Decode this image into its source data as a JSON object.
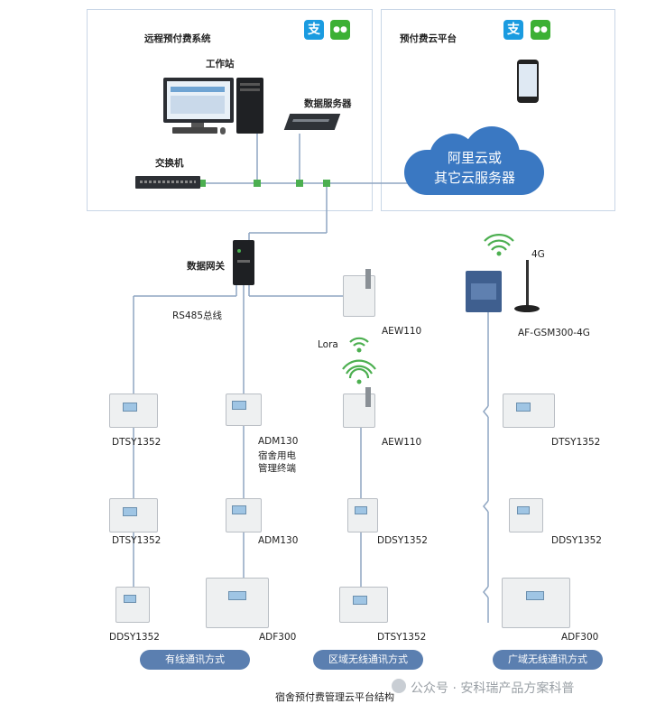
{
  "left_panel": {
    "title": "远程预付费系统",
    "workstation": "工作站",
    "data_server": "数据服务器",
    "switch": "交换机"
  },
  "right_panel": {
    "title": "预付费云平台",
    "cloud_line1": "阿里云或",
    "cloud_line2": "其它云服务器"
  },
  "payment_icons": {
    "alipay": "支",
    "wechat": "●●"
  },
  "gateway": {
    "label": "数据网关",
    "bus_label": "RS485总线"
  },
  "wired_column": {
    "col1": [
      "DTSY1352",
      "DTSY1352",
      "DDSY1352"
    ],
    "col2_top": [
      "ADM130",
      "宿舍用电",
      "管理终端"
    ],
    "col2": [
      "ADM130",
      "ADF300"
    ]
  },
  "lan_column": {
    "aew_top": "AEW110",
    "lora": "Lora",
    "aew_bottom": "AEW110",
    "meters": [
      "DDSY1352",
      "DTSY1352"
    ]
  },
  "wan_column": {
    "modem": "AF-GSM300-4G",
    "antenna": "4G",
    "meters": [
      "DTSY1352",
      "DDSY1352",
      "ADF300"
    ]
  },
  "category_pills": [
    "有线通讯方式",
    "区域无线通讯方式",
    "广域无线通讯方式"
  ],
  "caption": "宿舍预付费管理云平台结构",
  "watermark": "公众号 · 安科瑞产品方案科普",
  "colors": {
    "line": "#8fa6c2",
    "green_node": "#4caf50",
    "cloud": "#3a78c2",
    "pill": "#5b7fb0",
    "alipay": "#1a9be0",
    "wechat": "#3cb034"
  }
}
